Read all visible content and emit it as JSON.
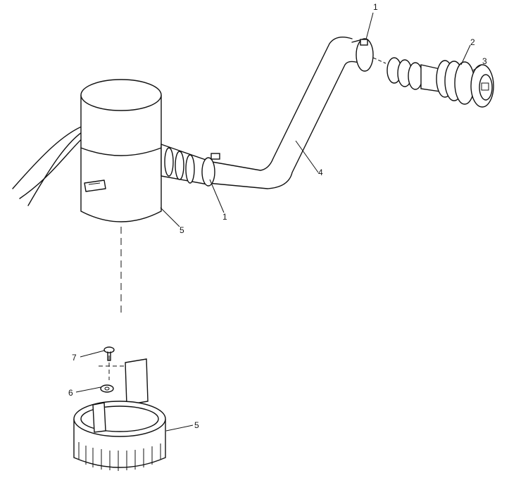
{
  "callouts": {
    "hose_clamp_top": "1",
    "fitting_nut": "2",
    "fitting_flange": "3",
    "hose": "4",
    "hose_clamp_bottom": "1",
    "pump": "5",
    "screw": "7",
    "washer": "6",
    "pump_base": "5"
  },
  "colors": {
    "line": "#111111",
    "background": "#ffffff"
  }
}
